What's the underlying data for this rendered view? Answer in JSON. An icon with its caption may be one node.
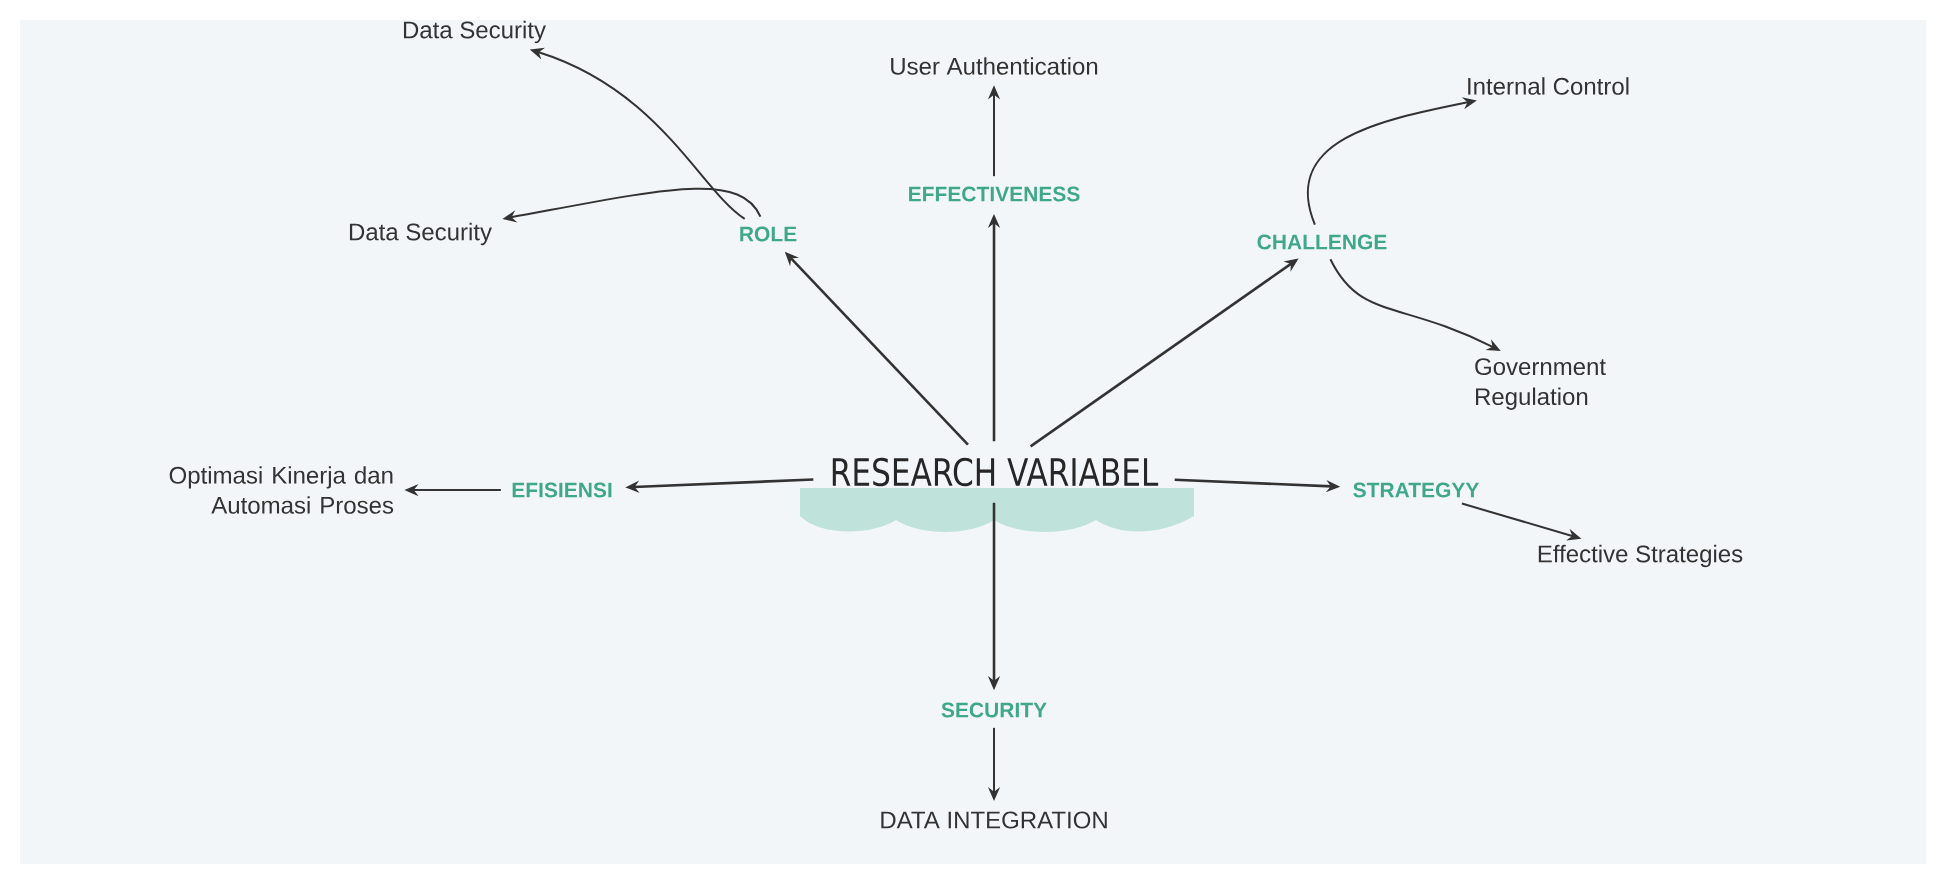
{
  "diagram": {
    "nodes": [
      {
        "text": [
          "RESEARCH VARIABEL"
        ]
      },
      {
        "text": [
          "ROLE"
        ]
      },
      {
        "text": [
          "EFFECTIVENESS"
        ]
      },
      {
        "text": [
          "CHALLENGE"
        ]
      },
      {
        "text": [
          "EFISIENSI"
        ]
      },
      {
        "text": [
          "STRATEGYY"
        ]
      },
      {
        "text": [
          "SECURITY"
        ]
      },
      {
        "text": [
          "Data Security"
        ]
      },
      {
        "text": [
          "Data Security"
        ]
      },
      {
        "text": [
          "User Authentication"
        ]
      },
      {
        "text": [
          "Internal Control"
        ]
      },
      {
        "text": [
          "Government Regulation"
        ]
      },
      {
        "text": [
          "Optimasi Kinerja dan Automasi Proses"
        ]
      },
      {
        "text": [
          "Effective Strategies"
        ]
      },
      {
        "text": [
          "DATA INTEGRATION"
        ]
      }
    ],
    "edges": [
      {
        "from": 0,
        "to": 1,
        "arrow": "to"
      },
      {
        "from": 0,
        "to": 2,
        "arrow": "to"
      },
      {
        "from": 0,
        "to": 3,
        "arrow": "to"
      },
      {
        "from": 0,
        "to": 4,
        "arrow": "to"
      },
      {
        "from": 0,
        "to": 5,
        "arrow": "to"
      },
      {
        "from": 0,
        "to": 6,
        "arrow": "to"
      },
      {
        "from": 1,
        "to": 7,
        "arrow": "to"
      },
      {
        "from": 1,
        "to": 8,
        "arrow": "to"
      },
      {
        "from": 2,
        "to": 9,
        "arrow": "to"
      },
      {
        "from": 3,
        "to": 10,
        "arrow": "to"
      },
      {
        "from": 3,
        "to": 11,
        "arrow": "to"
      },
      {
        "from": 4,
        "to": 12,
        "arrow": "to"
      },
      {
        "from": 5,
        "to": 13,
        "arrow": "to"
      },
      {
        "from": 6,
        "to": 14,
        "arrow": "to"
      }
    ]
  }
}
